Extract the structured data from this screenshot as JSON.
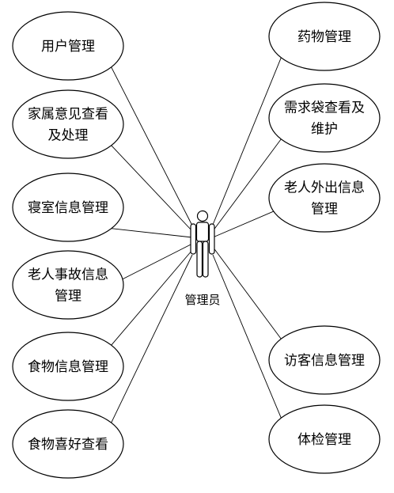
{
  "actor": {
    "label": "管理员",
    "icon": "stick-figure-actor-icon"
  },
  "left_use_cases": [
    {
      "id": "user-management",
      "lines": [
        "用户管理"
      ]
    },
    {
      "id": "family-feedback",
      "lines": [
        "家属意见查看",
        "及处理"
      ]
    },
    {
      "id": "room-info",
      "lines": [
        "寝室信息管理"
      ]
    },
    {
      "id": "elder-incident",
      "lines": [
        "老人事故信息",
        "管理"
      ]
    },
    {
      "id": "food-info",
      "lines": [
        "食物信息管理"
      ]
    },
    {
      "id": "food-preference",
      "lines": [
        "食物喜好查看"
      ]
    }
  ],
  "right_use_cases": [
    {
      "id": "medicine-management",
      "lines": [
        "药物管理"
      ]
    },
    {
      "id": "needs-bag",
      "lines": [
        "需求袋查看及",
        "维护"
      ]
    },
    {
      "id": "elder-outing",
      "lines": [
        "老人外出信息",
        "管理"
      ]
    },
    {
      "id": "visitor-info",
      "lines": [
        "访客信息管理"
      ]
    },
    {
      "id": "physical-exam",
      "lines": [
        "体检管理"
      ]
    }
  ]
}
